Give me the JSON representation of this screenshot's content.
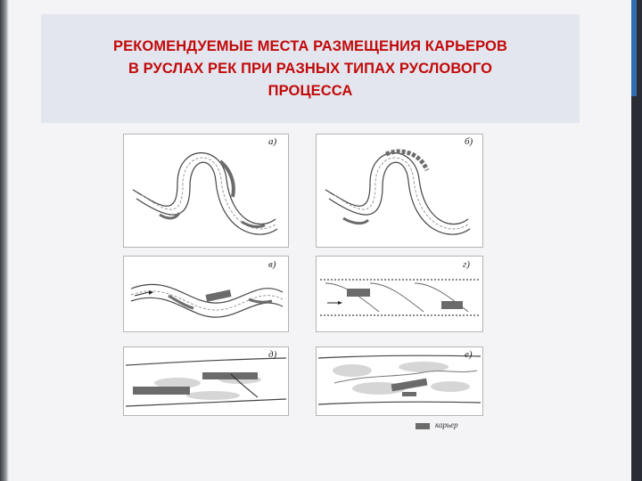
{
  "title_lines": [
    "РЕКОМЕНДУЕМЫЕ МЕСТА РАЗМЕЩЕНИЯ КАРЬЕРОВ",
    "В РУСЛАХ РЕК ПРИ РАЗНЫХ ТИПАХ РУСЛОВОГО",
    "ПРОЦЕССА"
  ],
  "panels": [
    {
      "label": "а)"
    },
    {
      "label": "б)"
    },
    {
      "label": "в)"
    },
    {
      "label": "г)"
    },
    {
      "label": "д)"
    },
    {
      "label": "е)"
    }
  ],
  "legend": {
    "label": "карьер"
  },
  "colors": {
    "title": "#c20a0a",
    "quarry": "#6b6b6b",
    "title_bg": "#e3e6ee"
  }
}
